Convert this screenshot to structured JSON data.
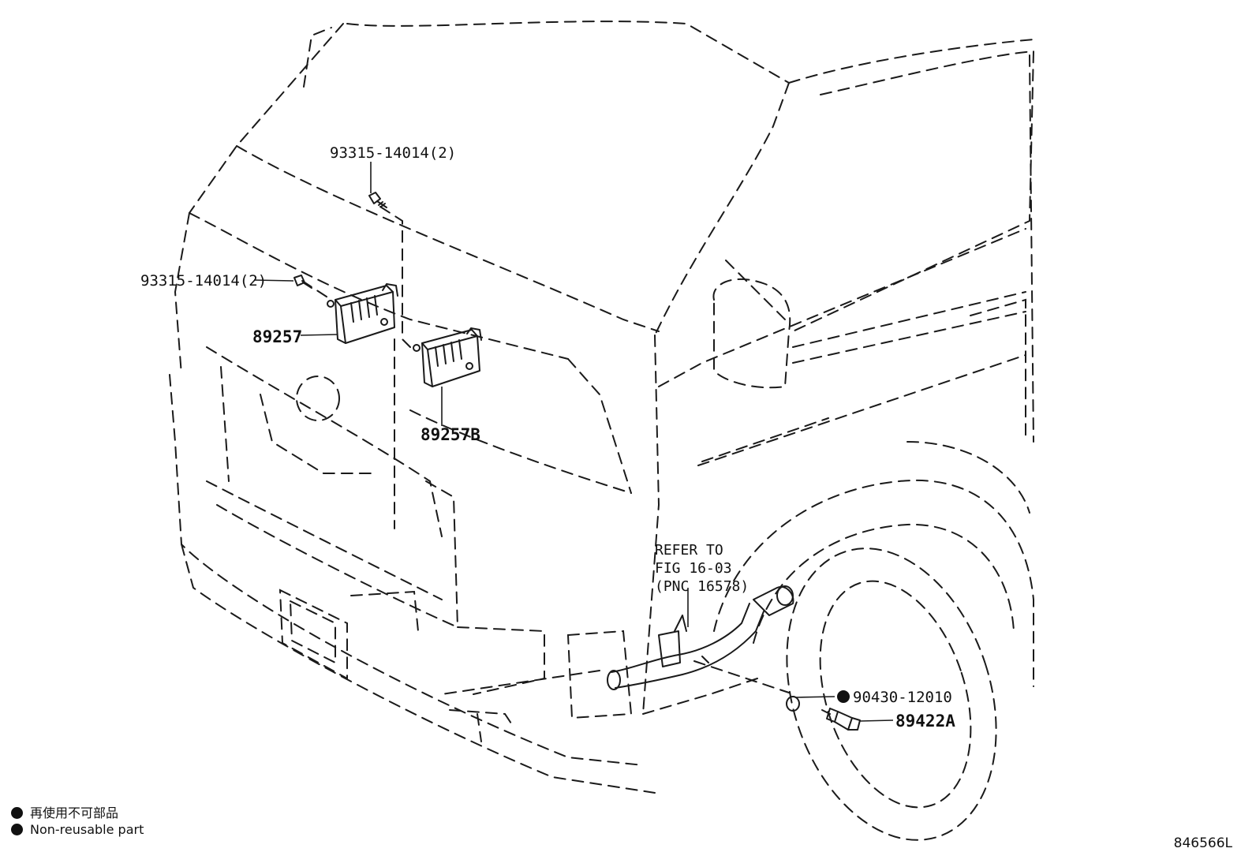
{
  "callouts": {
    "bolt_upper": "93315-14014(2)",
    "bolt_left": "93315-14014(2)",
    "controller_left": "89257",
    "controller_right": "89257B",
    "gasket": "90430-12010",
    "sensor": "89422A"
  },
  "reference": {
    "line1": "REFER TO",
    "line2": "FIG 16-03",
    "line3": "(PNC 16578)"
  },
  "legend": {
    "items": [
      {
        "symbol": "filled-circle-icon",
        "text": "再使用不可部品"
      },
      {
        "symbol": "filled-circle-icon",
        "text": "Non-reusable part"
      }
    ]
  },
  "illustration_id": "846566L"
}
